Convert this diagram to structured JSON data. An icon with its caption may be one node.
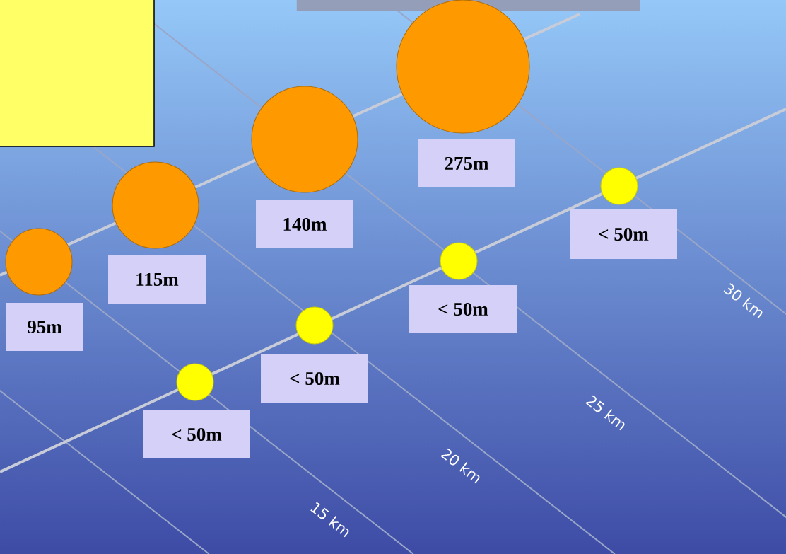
{
  "diagram": {
    "nodes": [
      {
        "text": [],
        "shape": "circle"
      },
      {
        "text": [
          "95m"
        ]
      },
      {
        "text": [],
        "shape": "circle"
      },
      {
        "text": [
          "115m"
        ]
      },
      {
        "text": [],
        "shape": "circle"
      },
      {
        "text": [
          "140m"
        ]
      },
      {
        "text": [],
        "shape": "circle"
      },
      {
        "text": [
          "275m"
        ]
      },
      {
        "text": [],
        "shape": "circle"
      },
      {
        "text": [
          "< 50m"
        ]
      },
      {
        "text": [],
        "shape": "circle"
      },
      {
        "text": [
          "< 50m"
        ]
      },
      {
        "text": [],
        "shape": "circle"
      },
      {
        "text": [
          "< 50m"
        ]
      },
      {
        "text": [],
        "shape": "circle"
      },
      {
        "text": [
          "< 50m"
        ]
      }
    ],
    "labels": [
      "30 km",
      "25 km",
      "20 km",
      "15 km"
    ]
  }
}
